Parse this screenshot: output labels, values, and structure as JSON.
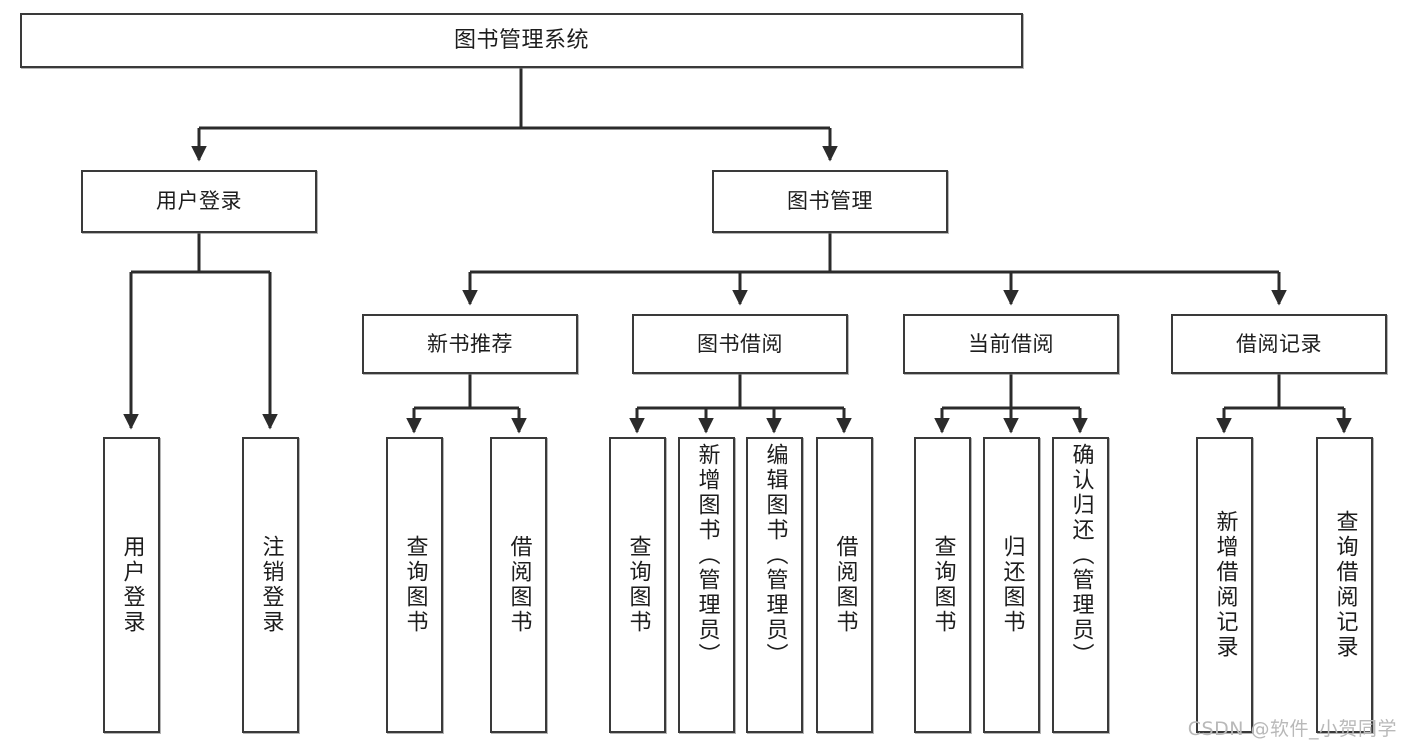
{
  "diagram": {
    "title": "图书管理系统",
    "type": "tree-hierarchy-diagram",
    "colors": {
      "box_border": "#3a3a3a",
      "box_fill": "#ffffff",
      "connector": "#2b2b2b",
      "watermark": "#b9b9b9"
    },
    "levels": {
      "level1": "root",
      "level2": "modules",
      "level3": "sub-modules",
      "level4": "functions"
    }
  },
  "nodes": {
    "root": {
      "label": "图书管理系统"
    },
    "level2": [
      {
        "id": "user-login",
        "label": "用户登录"
      },
      {
        "id": "book-manage",
        "label": "图书管理"
      }
    ],
    "level3": [
      {
        "id": "new-book-rec",
        "label": "新书推荐"
      },
      {
        "id": "book-borrow",
        "label": "图书借阅"
      },
      {
        "id": "current-borrow",
        "label": "当前借阅"
      },
      {
        "id": "borrow-record",
        "label": "借阅记录"
      }
    ],
    "leaves": {
      "user_login": [
        {
          "id": "leaf-user-login",
          "label": "用户登录"
        },
        {
          "id": "leaf-logout",
          "label": "注销登录"
        }
      ],
      "new_book_rec": [
        {
          "id": "leaf-query-book-1",
          "label": "查询图书"
        },
        {
          "id": "leaf-borrow-book-1",
          "label": "借阅图书"
        }
      ],
      "book_borrow": [
        {
          "id": "leaf-query-book-2",
          "label": "查询图书"
        },
        {
          "id": "leaf-add-book",
          "label": "新增图书（管理员）"
        },
        {
          "id": "leaf-edit-book",
          "label": "编辑图书（管理员）"
        },
        {
          "id": "leaf-borrow-book-2",
          "label": "借阅图书"
        }
      ],
      "current_borrow": [
        {
          "id": "leaf-query-book-3",
          "label": "查询图书"
        },
        {
          "id": "leaf-return-book",
          "label": "归还图书"
        },
        {
          "id": "leaf-confirm-return",
          "label": "确认归还（管理员）"
        }
      ],
      "borrow_record": [
        {
          "id": "leaf-add-record",
          "label": "新增借阅记录"
        },
        {
          "id": "leaf-query-record",
          "label": "查询借阅记录"
        }
      ]
    }
  },
  "watermark": {
    "text": "CSDN @软件_小贺同学"
  }
}
